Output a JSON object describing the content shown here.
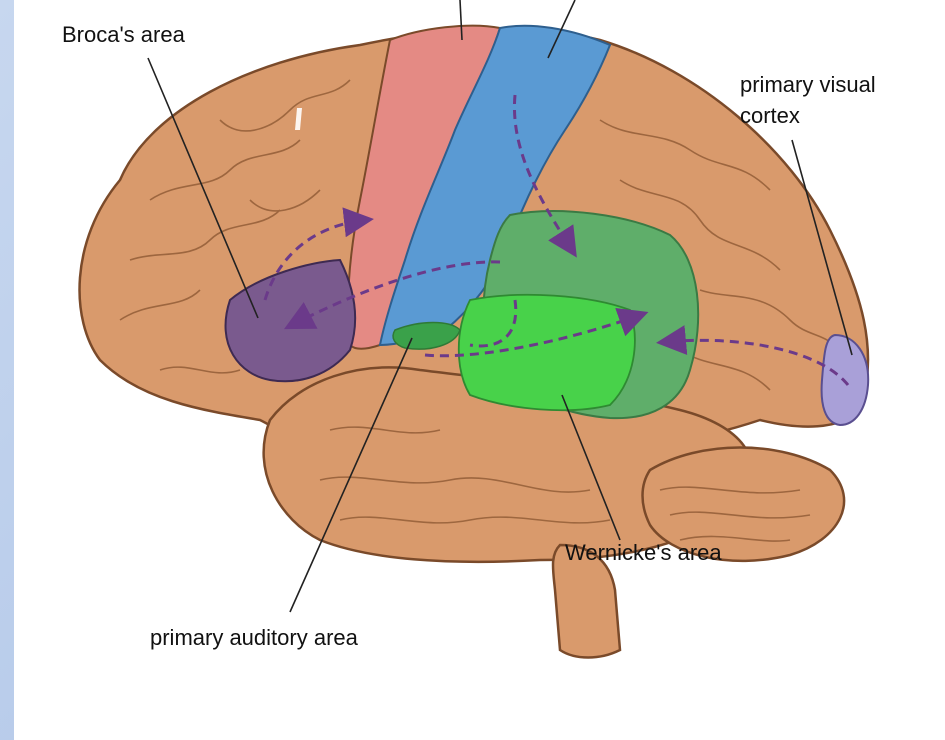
{
  "labels": {
    "broca": "Broca's area",
    "visual_line1": "primary visual",
    "visual_line2": "cortex",
    "wernicke": "Wernicke's area",
    "auditory": "primary auditory area"
  },
  "colors": {
    "background": "#c9d9ef",
    "brain": "#d99a6c",
    "brain_outline": "#7a4a2a",
    "motor": "#e48a84",
    "sensory": "#5a9ad3",
    "broca": "#7a5a8e",
    "wernicke": "#5fae6a",
    "wernicke_bright": "#48d24a",
    "visual": "#a9a0d8",
    "arrow": "#6b3a8a"
  }
}
